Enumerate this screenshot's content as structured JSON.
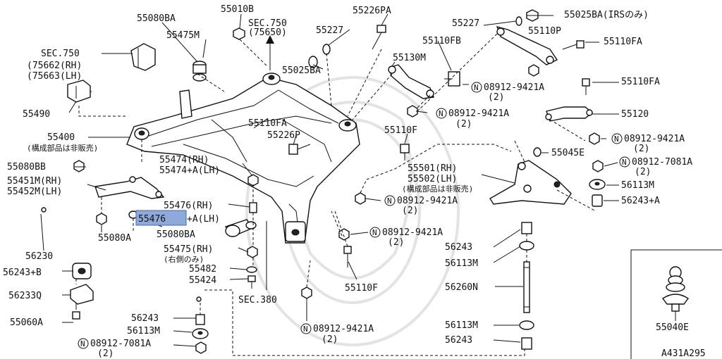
{
  "diagram": {
    "code": "A431A295",
    "labels": {
      "p55080BA_top": "55080BA",
      "p55010B": "55010B",
      "sec750_top": "SEC.750",
      "sec750_top_sub": "(75650)",
      "p55226PA": "55226PA",
      "p55227_top": "55227",
      "p55025BA_irs": "55025BA(IRSのみ)",
      "p55475M": "55475M",
      "p55227_mid": "55227",
      "p55110P": "55110P",
      "sec750_left": "SEC.750",
      "sec750_left_a": "(75662(RH)",
      "sec750_left_b": "(75663(LH)",
      "p55110FB": "55110FB",
      "p55110FA_r1": "55110FA",
      "p55130M": "55130M",
      "p55025BA_mid": "55025BA",
      "n08912_9421A_1": "08912-9421A",
      "n08912_9421A_1_q": "(2)",
      "p55110FA_r2": "55110FA",
      "p55490": "55490",
      "n08912_9421A_2": "08912-9421A",
      "n08912_9421A_2_q": "(2)",
      "p55120": "55120",
      "p55110FA_mid": "55110FA",
      "p55400": "55400",
      "p55400_note": "(構成部品は非販売)",
      "p55226P": "55226P",
      "p55110F_mid": "55110F",
      "n08912_9421A_3": "08912-9421A",
      "n08912_9421A_3_q": "(2)",
      "p55045E": "55045E",
      "p55474_rh": "55474(RH)",
      "p55474_lh": "55474+A(LH)",
      "p55080BB": "55080BB",
      "p55501_rh": "55501(RH)",
      "p55502_lh": "55502(LH)",
      "p55501_note": "(構成部品は非販売)",
      "n08912_7081A_r": "08912-7081A",
      "n08912_7081A_r_q": "(2)",
      "p55451M": "55451M(RH)",
      "p55452M": "55452M(LH)",
      "p56113M_r": "56113M",
      "n08912_9421A_4": "08912-9421A",
      "n08912_9421A_4_q": "(2)",
      "p56243A_r": "56243+A",
      "p55476_rh": "55476(RH)",
      "p55476_hl": "55476",
      "p55476_lh": "+A(LH)",
      "p55080BA_mid": "55080BA",
      "p55080A": "55080A",
      "n08912_9421A_5": "08912-9421A",
      "n08912_9421A_5_q": "(2)",
      "p56230": "56230",
      "p55475_rh": "55475(RH)",
      "p55475_note": "(右側のみ)",
      "p56243_r": "56243",
      "p56243B": "56243+B",
      "p56113M_r2": "56113M",
      "p55482": "55482",
      "p55424": "55424",
      "p56233Q": "56233Q",
      "p55110F_low": "55110F",
      "p56260N": "56260N",
      "sec380": "SEC.380",
      "p55060A": "55060A",
      "p56243_l": "56243",
      "p56113M_l": "56113M",
      "n08912_9421A_6": "08912-9421A",
      "n08912_9421A_6_q": "(2)",
      "p56113M_r3": "56113M",
      "n08912_7081A_l": "08912-7081A",
      "n08912_7081A_l_q": "(2)",
      "p56243_r2": "56243",
      "p55040E": "55040E"
    },
    "circle_mark": "N"
  }
}
